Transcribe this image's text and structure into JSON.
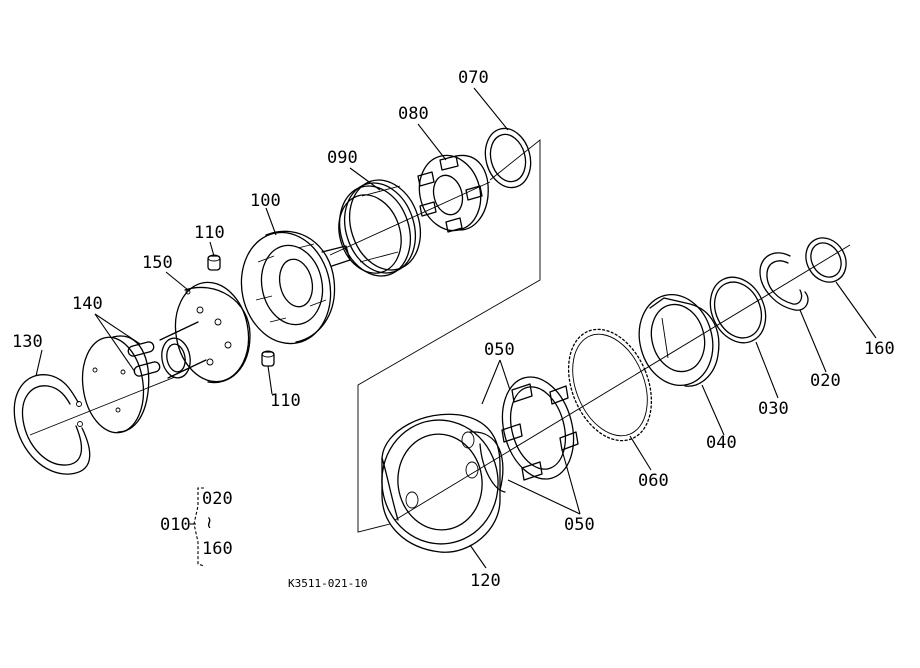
{
  "labels": {
    "p070": "070",
    "p080": "080",
    "p090": "090",
    "p100": "100",
    "p110a": "110",
    "p110b": "110",
    "p150": "150",
    "p140": "140",
    "p130": "130",
    "p050a": "050",
    "p050b": "050",
    "p060": "060",
    "p040": "040",
    "p030": "030",
    "p020": "020",
    "p160": "160",
    "p120": "120"
  },
  "legend": {
    "parent": "010",
    "from": "020",
    "tilde": "≀",
    "to": "160"
  },
  "drawing_code": "K3511-021-10"
}
